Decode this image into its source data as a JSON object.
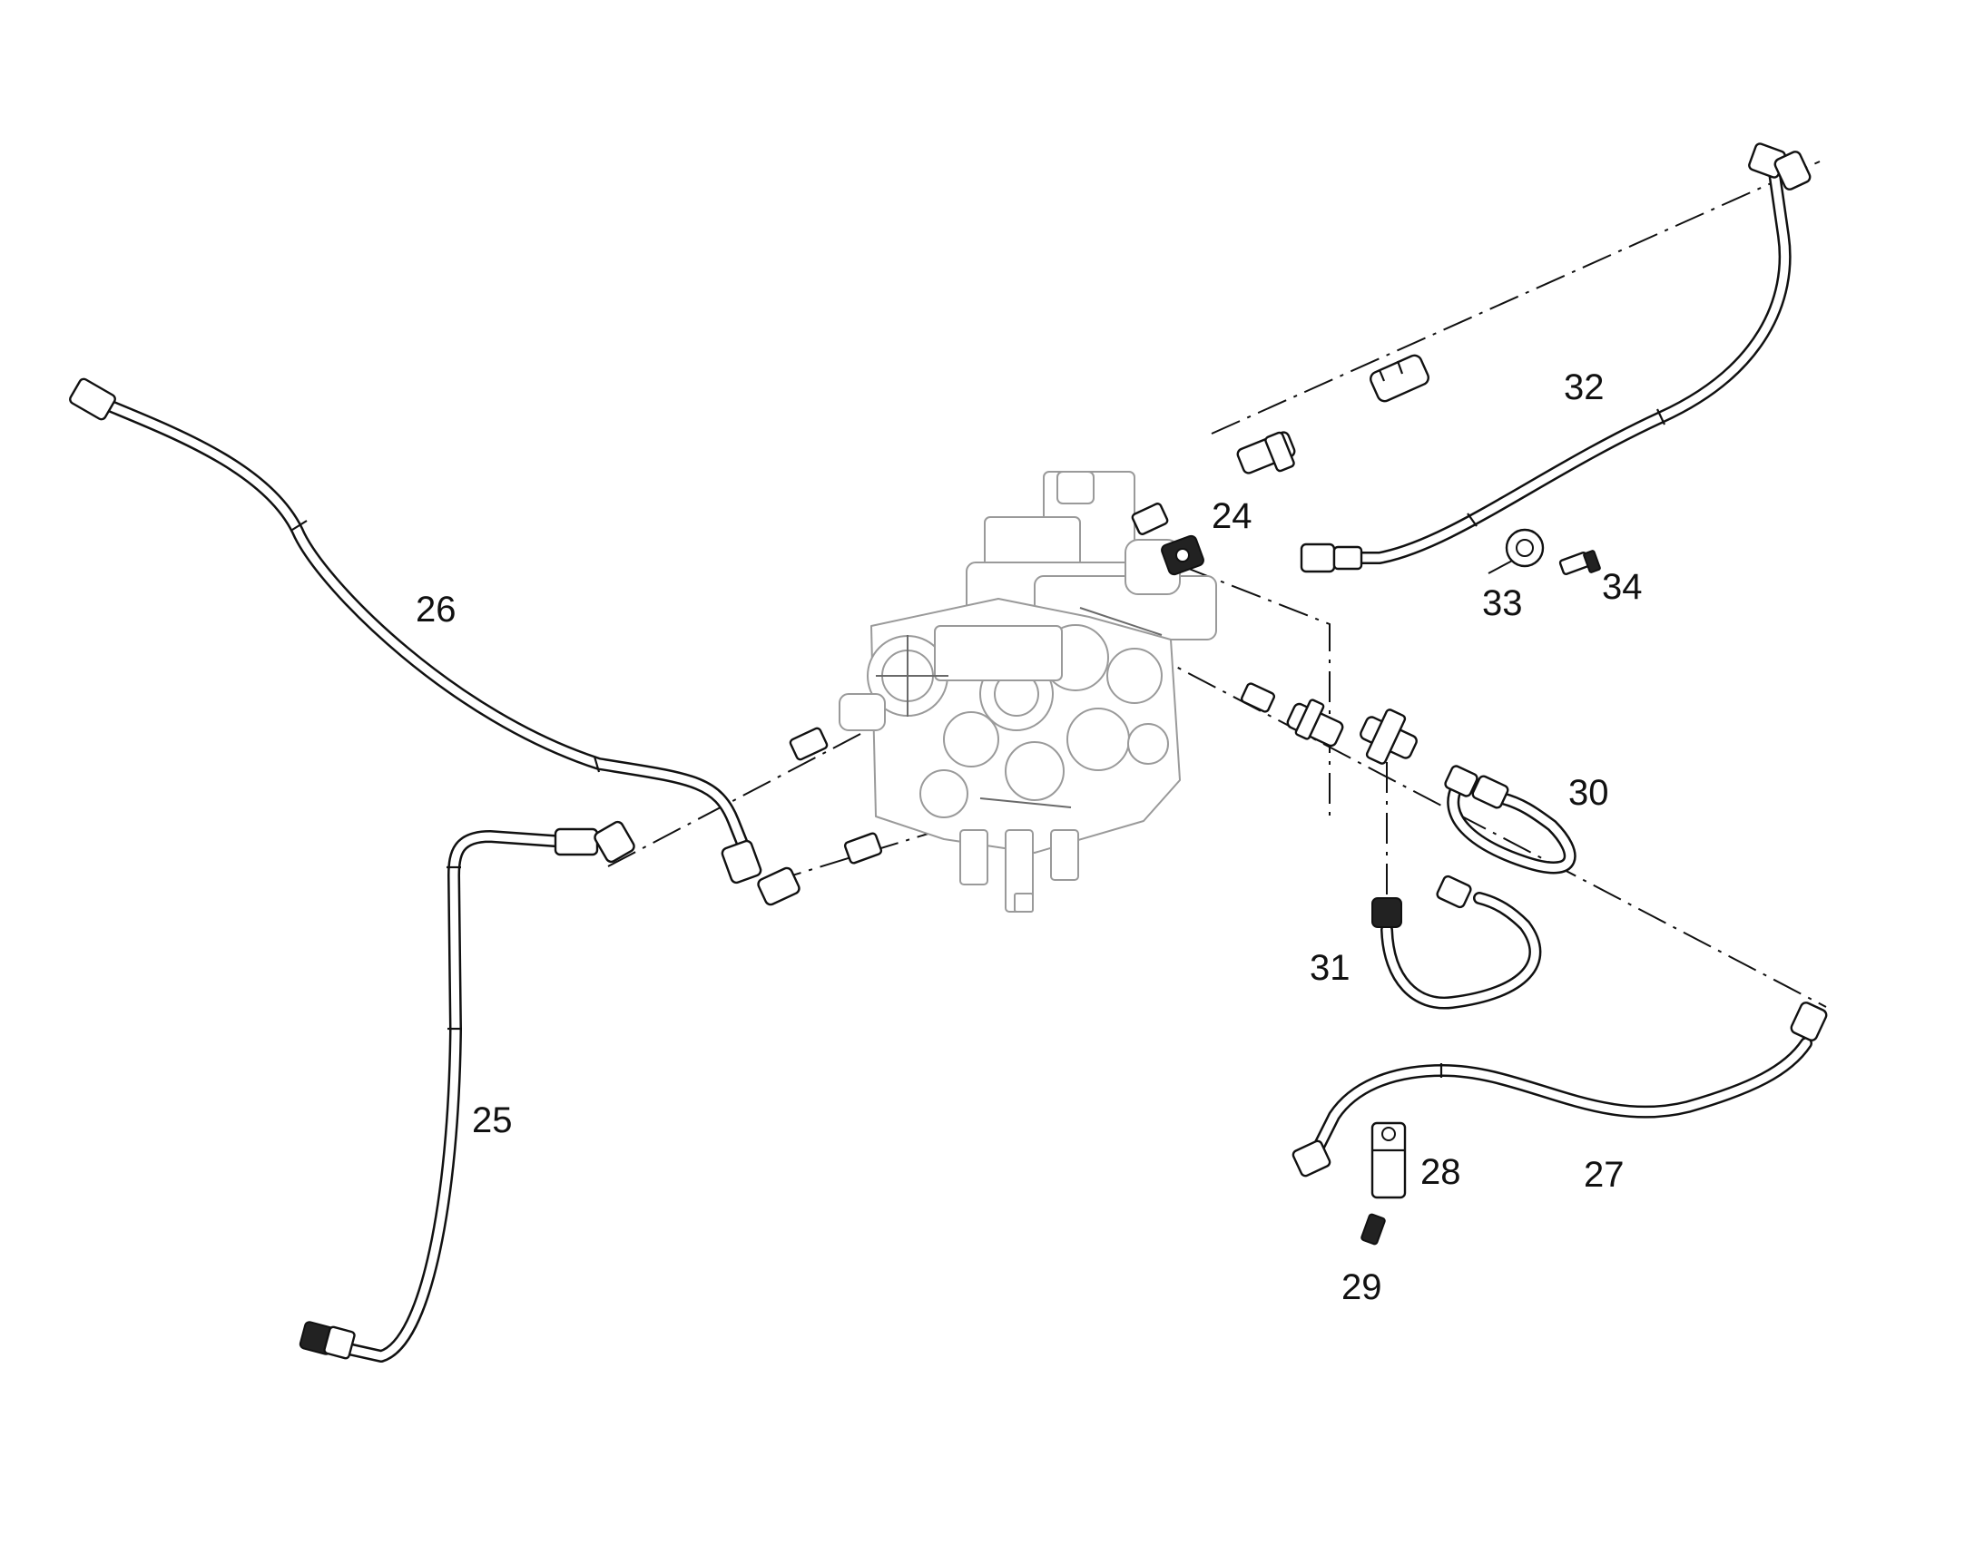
{
  "diagram": {
    "callouts": {
      "p24": "24",
      "p25": "25",
      "p26": "26",
      "p27": "27",
      "p28": "28",
      "p29": "29",
      "p30": "30",
      "p31": "31",
      "p32": "32",
      "p33": "33",
      "p34": "34"
    }
  }
}
